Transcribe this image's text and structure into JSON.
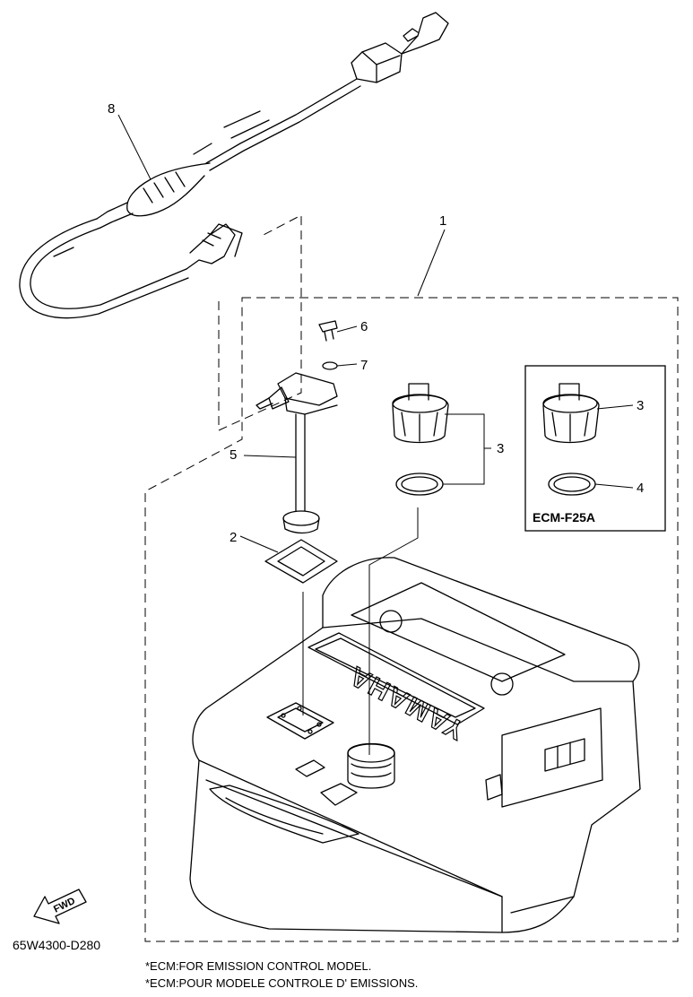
{
  "callouts": {
    "c1": "1",
    "c2": "2",
    "c3a": "3",
    "c3b": "3",
    "c4": "4",
    "c5": "5",
    "c6": "6",
    "c7": "7",
    "c8": "8"
  },
  "inset": {
    "title": "ECM-F25A"
  },
  "tank": {
    "brand": "YAMAHA"
  },
  "fwd_label": "FWD",
  "drawing_code": "65W4300-D280",
  "footnotes": [
    "*ECM:FOR EMISSION CONTROL MODEL.",
    "*ECM:POUR MODELE CONTROLE D' EMISSIONS."
  ]
}
